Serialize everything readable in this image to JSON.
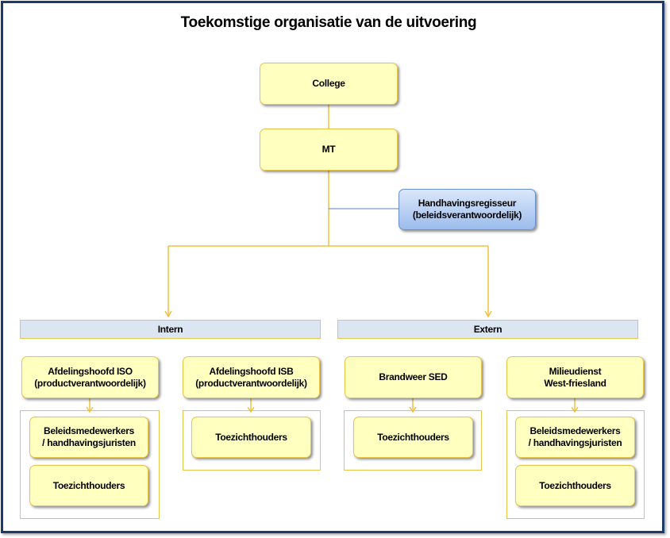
{
  "title": "Toekomstige organisatie van de uitvoering",
  "nodes": {
    "college": "College",
    "mt": "MT",
    "regisseur": "Handhavingsregisseur\n(beleidsverantwoordelijk)",
    "intern": "Intern",
    "extern": "Extern",
    "afd_so": "Afdelingshoofd ISO\n(productverantwoordelijk)",
    "afd_sb": "Afdelingshoofd ISB\n(productverantwoordelijk)",
    "brandweer": "Brandweer SED",
    "milieudienst": "Milieudienst\nWest-friesland",
    "so_beleid": "Beleidsmedewerkers\n/ handhavingsjuristen",
    "so_toezicht": "Toezichthouders",
    "sb_toezicht": "Toezichthouders",
    "brw_toezicht": "Toezichthouders",
    "mil_beleid": "Beleidsmedewerkers\n/ handhavingsjuristen",
    "mil_toezicht": "Toezichthouders"
  },
  "colors": {
    "frame": "#1f3a68",
    "box_fill": "#ffffc0",
    "box_border": "#e8c44a",
    "band_fill": "#dce6f2",
    "regisseur_fill": "#9bbcec",
    "connector": "#f0c040",
    "regisseur_connector": "#5a7fb8"
  }
}
